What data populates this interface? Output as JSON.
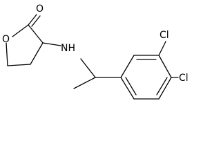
{
  "structure": {
    "atoms": {
      "carbonyl_oxygen": "O",
      "ring_oxygen": "O",
      "amine": "NH",
      "chlorine_meta": "Cl",
      "chlorine_para": "Cl"
    },
    "colors": {
      "background": "#ffffff",
      "bond": "#000000",
      "label": "#000000"
    }
  }
}
